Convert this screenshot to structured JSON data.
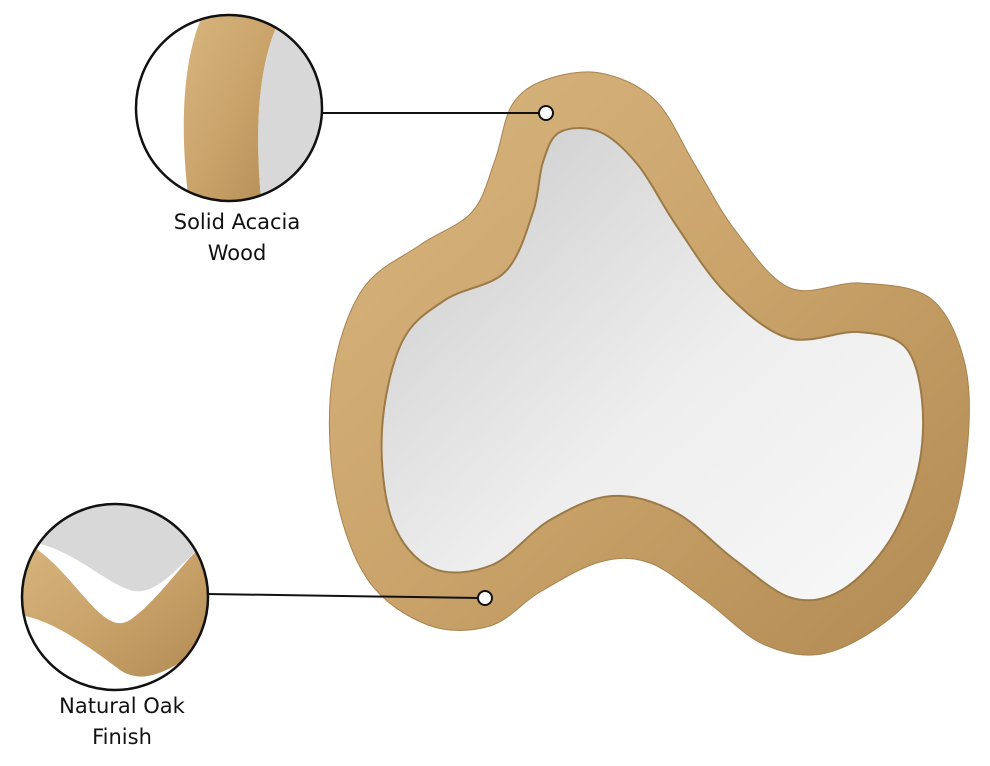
{
  "callouts": [
    {
      "line1": "Solid Acacia",
      "line2": "Wood"
    },
    {
      "line1": "Natural Oak",
      "line2": "Finish"
    }
  ],
  "colors": {
    "wood_light": "#d9b680",
    "wood_dark": "#b08a52",
    "mirror_light": "#f4f4f4",
    "mirror_dark": "#c9c9c9",
    "line": "#111111"
  }
}
